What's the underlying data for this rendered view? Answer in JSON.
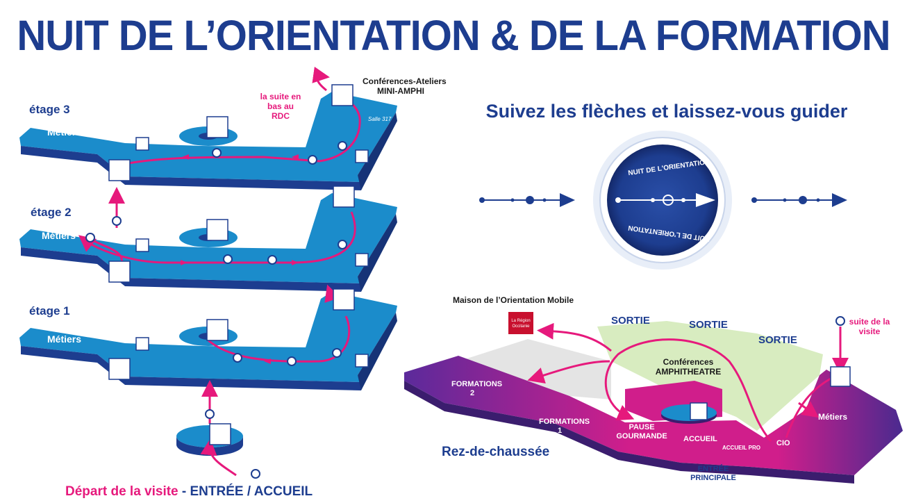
{
  "title": "NUIT DE L’ORIENTATION & DE LA FORMATION",
  "tagline": "Suivez les flèches et laissez-vous guider",
  "emblem": {
    "top_text": "NUIT DE L'ORIENTATION",
    "bottom_text": "NUIT DE L'ORIENTATION"
  },
  "floors": {
    "etage3": {
      "label": "étage 3",
      "metiers": "Métiers",
      "conf_label": "Conférences-Ateliers",
      "conf_sub": "MINI-AMPHI",
      "salle": "Salle 317",
      "suite_note": "la suite en bas au RDC"
    },
    "etage2": {
      "label": "étage 2",
      "metiers": "Métiers"
    },
    "etage1": {
      "label": "étage 1",
      "metiers": "Métiers"
    }
  },
  "rdc": {
    "label": "Rez-de-chaussée",
    "maison": "Maison de l’Orientation Mobile",
    "logo_text": "La Région Occitanie",
    "sorties": [
      "SORTIE",
      "SORTIE",
      "SORTIE"
    ],
    "suite": "suite de la visite",
    "conf": "Conférences",
    "amphi": "AMPHITHEATRE",
    "formations2": "FORMATIONS 2",
    "formations1": "FORMATIONS 1",
    "pause": "PAUSE GOURMANDE",
    "accueil": "ACCUEIL",
    "accueil_pro": "ACCUEIL PRO",
    "cio": "CIO",
    "metiers": "Métiers",
    "entree": "ENTRÉE PRINCIPALE"
  },
  "depart": {
    "prefix": "Départ de la visite",
    "suffix": " - ENTRÉE / ACCUEIL"
  },
  "colors": {
    "title_blue": "#1d3d8f",
    "floor_top": "#1b8ccb",
    "floor_side": "#1d3d8f",
    "path_pink": "#e6197c",
    "rdc_purple": "#5b2a9b",
    "rdc_magenta": "#d01e8b",
    "rdc_green": "#d8ecc0"
  }
}
